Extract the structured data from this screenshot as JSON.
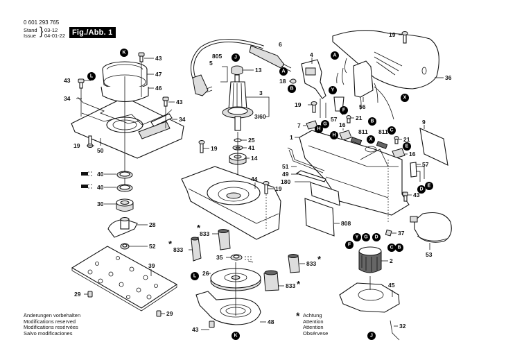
{
  "header": {
    "part_number": "0 601 293 765",
    "stand_label": "Stand",
    "issue_label": "Issue",
    "stand_value": "03-12",
    "issue_value": "04-01-22",
    "figure_label": "Fig./Abb. 1"
  },
  "notes": [
    "Änderungen vorbehalten",
    "Modifications reserved",
    "Modifications resérvées",
    "Salvo modificaciones"
  ],
  "legend": {
    "symbol": "*",
    "lines": [
      "Achtung",
      "Attention",
      "Attention",
      "Obsérvese"
    ]
  },
  "callouts": [
    {
      "id": "c43a",
      "text": "43"
    },
    {
      "id": "c47",
      "text": "47"
    },
    {
      "id": "c46",
      "text": "46"
    },
    {
      "id": "c43b",
      "text": "43"
    },
    {
      "id": "c43c",
      "text": "43"
    },
    {
      "id": "c34a",
      "text": "34"
    },
    {
      "id": "c34b",
      "text": "34"
    },
    {
      "id": "c19a",
      "text": "19"
    },
    {
      "id": "c50",
      "text": "50"
    },
    {
      "id": "c40a",
      "text": "40"
    },
    {
      "id": "c40b",
      "text": "40"
    },
    {
      "id": "c30",
      "text": "30"
    },
    {
      "id": "c28",
      "text": "28"
    },
    {
      "id": "c52",
      "text": "52"
    },
    {
      "id": "c39",
      "text": "39"
    },
    {
      "id": "c29a",
      "text": "29"
    },
    {
      "id": "c29b",
      "text": "29"
    },
    {
      "id": "c805",
      "text": "805"
    },
    {
      "id": "c5",
      "text": "5"
    },
    {
      "id": "c6",
      "text": "6"
    },
    {
      "id": "c13",
      "text": "13"
    },
    {
      "id": "c3",
      "text": "3"
    },
    {
      "id": "c360",
      "text": "3/60"
    },
    {
      "id": "c25",
      "text": "25"
    },
    {
      "id": "c41",
      "text": "41"
    },
    {
      "id": "c14",
      "text": "14"
    },
    {
      "id": "c19b",
      "text": "19"
    },
    {
      "id": "c44",
      "text": "44"
    },
    {
      "id": "c19c",
      "text": "19"
    },
    {
      "id": "c833a",
      "text": "833"
    },
    {
      "id": "c833b",
      "text": "833"
    },
    {
      "id": "c833c",
      "text": "833"
    },
    {
      "id": "c833d",
      "text": "833"
    },
    {
      "id": "c35",
      "text": "35"
    },
    {
      "id": "c26",
      "text": "26"
    },
    {
      "id": "c48",
      "text": "48"
    },
    {
      "id": "c43d",
      "text": "43"
    },
    {
      "id": "c4",
      "text": "4"
    },
    {
      "id": "c18",
      "text": "18"
    },
    {
      "id": "c19d",
      "text": "19"
    },
    {
      "id": "c36",
      "text": "36"
    },
    {
      "id": "c56",
      "text": "56"
    },
    {
      "id": "c19e",
      "text": "19"
    },
    {
      "id": "c57a",
      "text": "57"
    },
    {
      "id": "c7",
      "text": "7"
    },
    {
      "id": "c21a",
      "text": "21"
    },
    {
      "id": "c16a",
      "text": "16"
    },
    {
      "id": "c811a",
      "text": "811"
    },
    {
      "id": "c811b",
      "text": "811"
    },
    {
      "id": "c21b",
      "text": "21"
    },
    {
      "id": "c16b",
      "text": "16"
    },
    {
      "id": "c9",
      "text": "9"
    },
    {
      "id": "c1",
      "text": "1"
    },
    {
      "id": "c57b",
      "text": "57"
    },
    {
      "id": "c51",
      "text": "51"
    },
    {
      "id": "c49",
      "text": "49"
    },
    {
      "id": "c180",
      "text": "180"
    },
    {
      "id": "c43e",
      "text": "43"
    },
    {
      "id": "c808",
      "text": "808"
    },
    {
      "id": "c37",
      "text": "37"
    },
    {
      "id": "c53",
      "text": "53"
    },
    {
      "id": "c2",
      "text": "2"
    },
    {
      "id": "c45",
      "text": "45"
    },
    {
      "id": "c32",
      "text": "32"
    }
  ],
  "connectors": [
    {
      "id": "kA",
      "letter": "K"
    },
    {
      "id": "kL",
      "letter": "L"
    },
    {
      "id": "kJ",
      "letter": "J"
    },
    {
      "id": "kA1",
      "letter": "A"
    },
    {
      "id": "kB1",
      "letter": "B"
    },
    {
      "id": "kA2",
      "letter": "A"
    },
    {
      "id": "kY1",
      "letter": "Y"
    },
    {
      "id": "kF1",
      "letter": "F"
    },
    {
      "id": "kB2",
      "letter": "B"
    },
    {
      "id": "kC1",
      "letter": "C"
    },
    {
      "id": "kX1",
      "letter": "X"
    },
    {
      "id": "kG1",
      "letter": "G"
    },
    {
      "id": "kH1",
      "letter": "H"
    },
    {
      "id": "kH2",
      "letter": "H"
    },
    {
      "id": "kX2",
      "letter": "X"
    },
    {
      "id": "kE1",
      "letter": "E"
    },
    {
      "id": "kD1",
      "letter": "D"
    },
    {
      "id": "kE2",
      "letter": "E"
    },
    {
      "id": "kY2",
      "letter": "Y"
    },
    {
      "id": "kG2",
      "letter": "G"
    },
    {
      "id": "kD2",
      "letter": "D"
    },
    {
      "id": "kF2",
      "letter": "F"
    },
    {
      "id": "kC2",
      "letter": "C"
    },
    {
      "id": "kB3",
      "letter": "B"
    },
    {
      "id": "kL2",
      "letter": "L"
    },
    {
      "id": "kK2",
      "letter": "K"
    },
    {
      "id": "kJ2",
      "letter": "J"
    }
  ]
}
